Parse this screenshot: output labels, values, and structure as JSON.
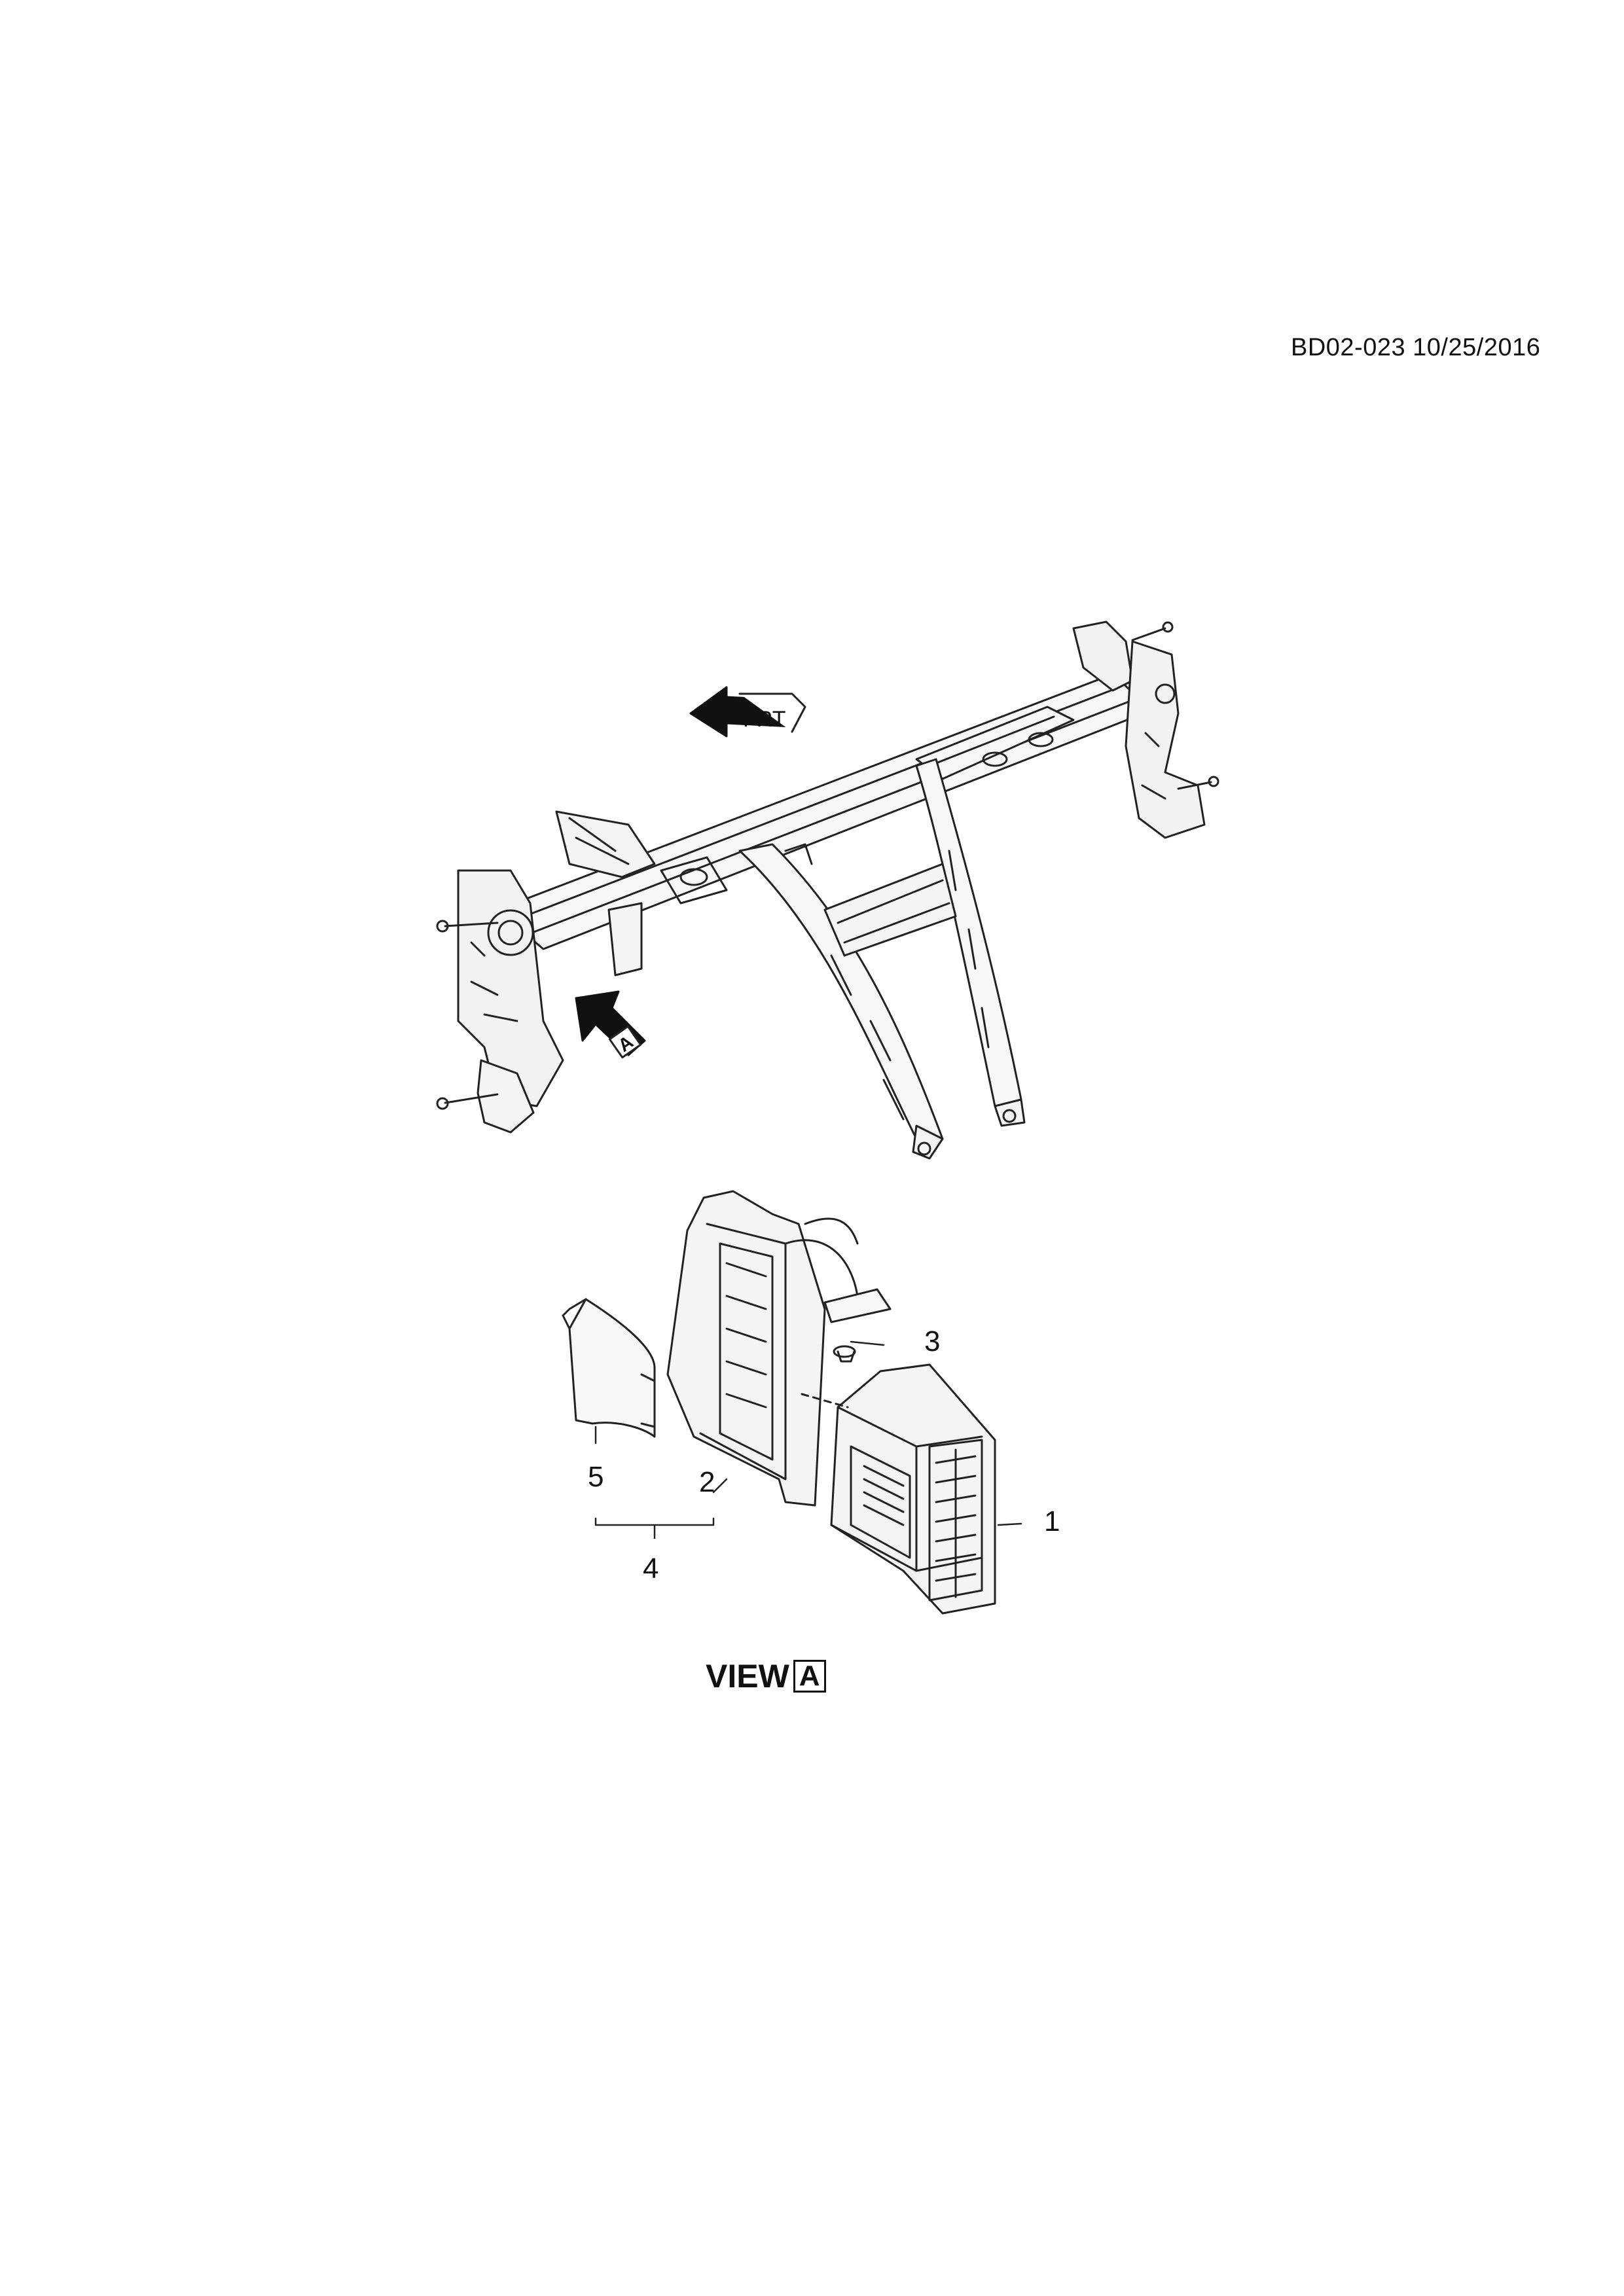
{
  "header": {
    "reference": "BD02-023 10/25/2016"
  },
  "top_view": {
    "direction_arrow_label": "FRT",
    "view_marker": "A"
  },
  "detail_view": {
    "callouts": {
      "c1": "1",
      "c2": "2",
      "c3": "3",
      "c4": "4",
      "c5": "5"
    },
    "caption_word": "VIEW",
    "caption_letter": "A"
  }
}
